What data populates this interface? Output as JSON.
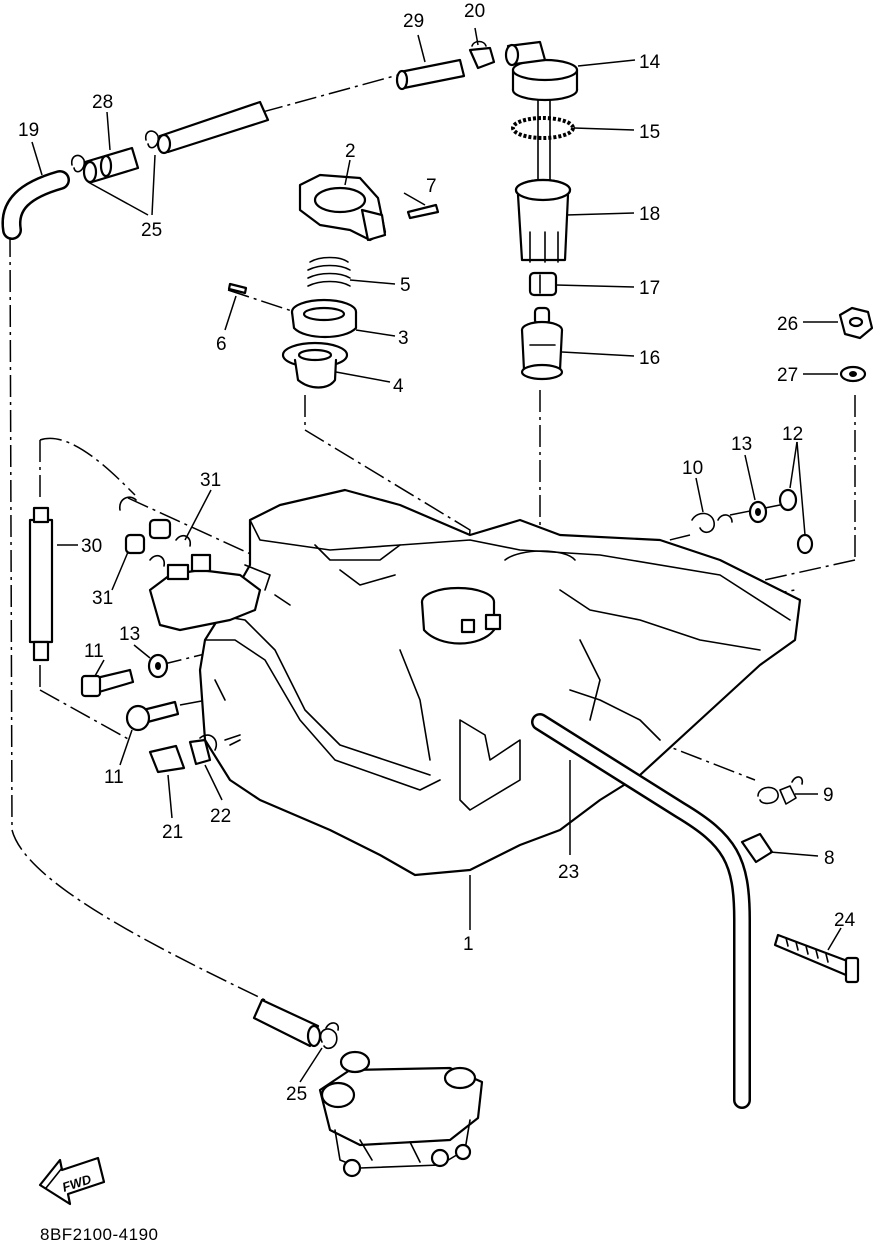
{
  "diagram": {
    "document_code": "8BF2100-4190",
    "direction_label": "FWD",
    "callouts": [
      {
        "id": "c1",
        "text": "1"
      },
      {
        "id": "c2",
        "text": "2"
      },
      {
        "id": "c3",
        "text": "3"
      },
      {
        "id": "c4",
        "text": "4"
      },
      {
        "id": "c5",
        "text": "5"
      },
      {
        "id": "c6",
        "text": "6"
      },
      {
        "id": "c7",
        "text": "7"
      },
      {
        "id": "c8",
        "text": "8"
      },
      {
        "id": "c9",
        "text": "9"
      },
      {
        "id": "c10",
        "text": "10"
      },
      {
        "id": "c11a",
        "text": "11"
      },
      {
        "id": "c11b",
        "text": "11"
      },
      {
        "id": "c12",
        "text": "12"
      },
      {
        "id": "c13a",
        "text": "13"
      },
      {
        "id": "c13b",
        "text": "13"
      },
      {
        "id": "c14",
        "text": "14"
      },
      {
        "id": "c15",
        "text": "15"
      },
      {
        "id": "c16",
        "text": "16"
      },
      {
        "id": "c17",
        "text": "17"
      },
      {
        "id": "c18",
        "text": "18"
      },
      {
        "id": "c19",
        "text": "19"
      },
      {
        "id": "c20",
        "text": "20"
      },
      {
        "id": "c21",
        "text": "21"
      },
      {
        "id": "c22",
        "text": "22"
      },
      {
        "id": "c23",
        "text": "23"
      },
      {
        "id": "c24",
        "text": "24"
      },
      {
        "id": "c25a",
        "text": "25"
      },
      {
        "id": "c25b",
        "text": "25"
      },
      {
        "id": "c26",
        "text": "26"
      },
      {
        "id": "c27",
        "text": "27"
      },
      {
        "id": "c28",
        "text": "28"
      },
      {
        "id": "c29",
        "text": "29"
      },
      {
        "id": "c30",
        "text": "30"
      },
      {
        "id": "c31a",
        "text": "31"
      },
      {
        "id": "c31b",
        "text": "31"
      }
    ]
  }
}
